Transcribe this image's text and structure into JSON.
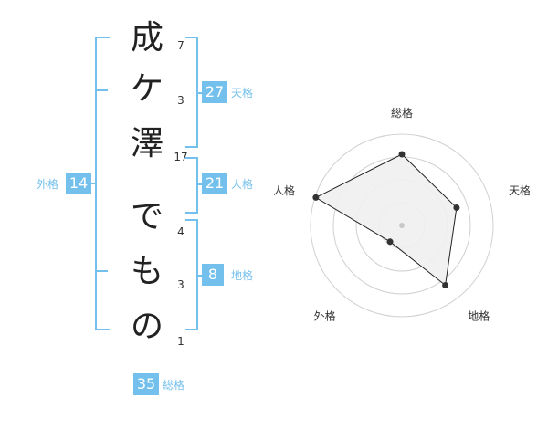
{
  "name": {
    "chars": [
      "成",
      "ケ",
      "澤",
      "で",
      "も",
      "の"
    ],
    "strokes": [
      "7",
      "3",
      "17",
      "4",
      "3",
      "1"
    ]
  },
  "fortunes": {
    "tenkaku": {
      "value": "27",
      "label": "天格"
    },
    "jinkaku": {
      "value": "21",
      "label": "人格"
    },
    "chikaku": {
      "value": "8",
      "label": "地格"
    },
    "gaikaku": {
      "value": "14",
      "label": "外格"
    },
    "soukaku": {
      "value": "35",
      "label": "総格"
    }
  },
  "chart_data": {
    "type": "radar",
    "axes": [
      "総格",
      "天格",
      "地格",
      "外格",
      "人格"
    ],
    "values": [
      0.78,
      0.63,
      0.81,
      0.22,
      0.99
    ],
    "range": [
      0,
      1
    ],
    "rings": 4,
    "colors": {
      "fill": "#f0f0f0",
      "line": "#222222",
      "ring": "#d0d0d0",
      "center": "#c8c8c8",
      "point": "#333333"
    }
  },
  "colors": {
    "accent": "#74c0ec"
  }
}
